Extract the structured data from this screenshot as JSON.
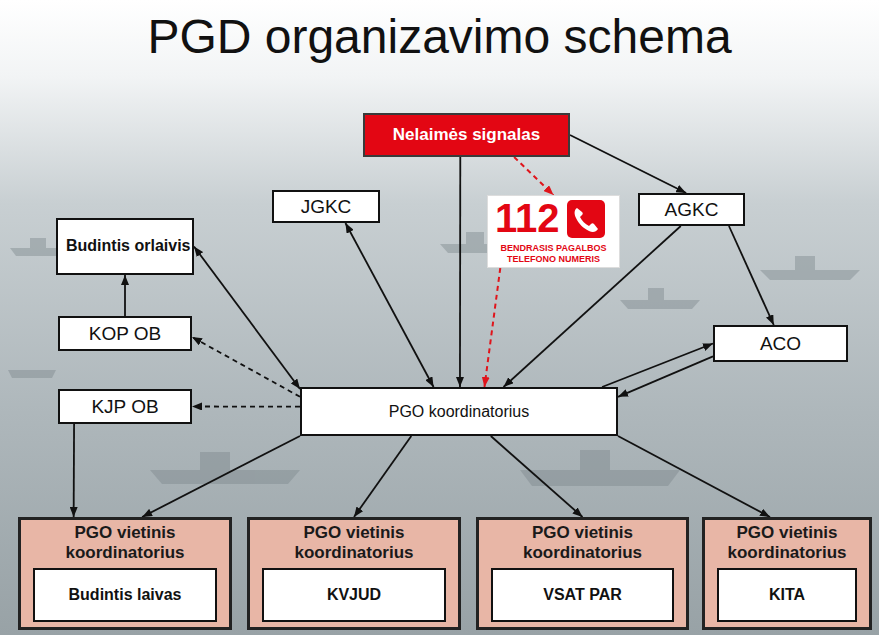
{
  "diagram": {
    "title": "PGD organizavimo schema",
    "nodes": [
      {
        "text": [
          "Nelaimės signalas"
        ]
      },
      {
        "text": [
          "JGKC"
        ]
      },
      {
        "text": [
          "112",
          "BENDRASIS PAGALBOS TELEFONO NUMERIS"
        ]
      },
      {
        "text": [
          "AGKC"
        ]
      },
      {
        "text": [
          "Budintis orlaivis"
        ]
      },
      {
        "text": [
          "ACO"
        ]
      },
      {
        "text": [
          "KOP OB"
        ]
      },
      {
        "text": [
          "KJP OB"
        ]
      },
      {
        "text": [
          "PGO koordinatorius"
        ]
      },
      {
        "text": [
          "PGO vietinis koordinatorius"
        ]
      },
      {
        "text": [
          "Budintis laivas"
        ],
        "in": 9
      },
      {
        "text": [
          "PGO vietinis koordinatorius"
        ]
      },
      {
        "text": [
          "KVJUD"
        ],
        "in": 11
      },
      {
        "text": [
          "PGO vietinis koordinatorius"
        ]
      },
      {
        "text": [
          "VSAT PAR"
        ],
        "in": 13
      },
      {
        "text": [
          "PGO vietinis koordinatorius"
        ]
      },
      {
        "text": [
          "KITA"
        ],
        "in": 15
      }
    ],
    "edges": [
      {
        "from": 0,
        "to": 8,
        "arrow": "to"
      },
      {
        "from": 0,
        "to": 3,
        "arrow": "to"
      },
      {
        "from": 0,
        "to": 2,
        "arrow": "to"
      },
      {
        "from": 2,
        "to": 8,
        "arrow": "to"
      },
      {
        "from": 8,
        "to": 1,
        "arrow": "both"
      },
      {
        "from": 8,
        "to": 4,
        "arrow": "both"
      },
      {
        "from": 3,
        "to": 8,
        "arrow": "to"
      },
      {
        "from": 3,
        "to": 5,
        "arrow": "to"
      },
      {
        "from": 8,
        "to": 5,
        "arrow": "to"
      },
      {
        "from": 5,
        "to": 8,
        "arrow": "to"
      },
      {
        "from": 8,
        "to": 6,
        "arrow": "to"
      },
      {
        "from": 8,
        "to": 7,
        "arrow": "to"
      },
      {
        "from": 6,
        "to": 4,
        "arrow": "to"
      },
      {
        "from": 7,
        "to": 9,
        "arrow": "to"
      },
      {
        "from": 8,
        "to": 9,
        "arrow": "to"
      },
      {
        "from": 8,
        "to": 11,
        "arrow": "to"
      },
      {
        "from": 8,
        "to": 13,
        "arrow": "to"
      },
      {
        "from": 8,
        "to": 15,
        "arrow": "to"
      }
    ]
  }
}
